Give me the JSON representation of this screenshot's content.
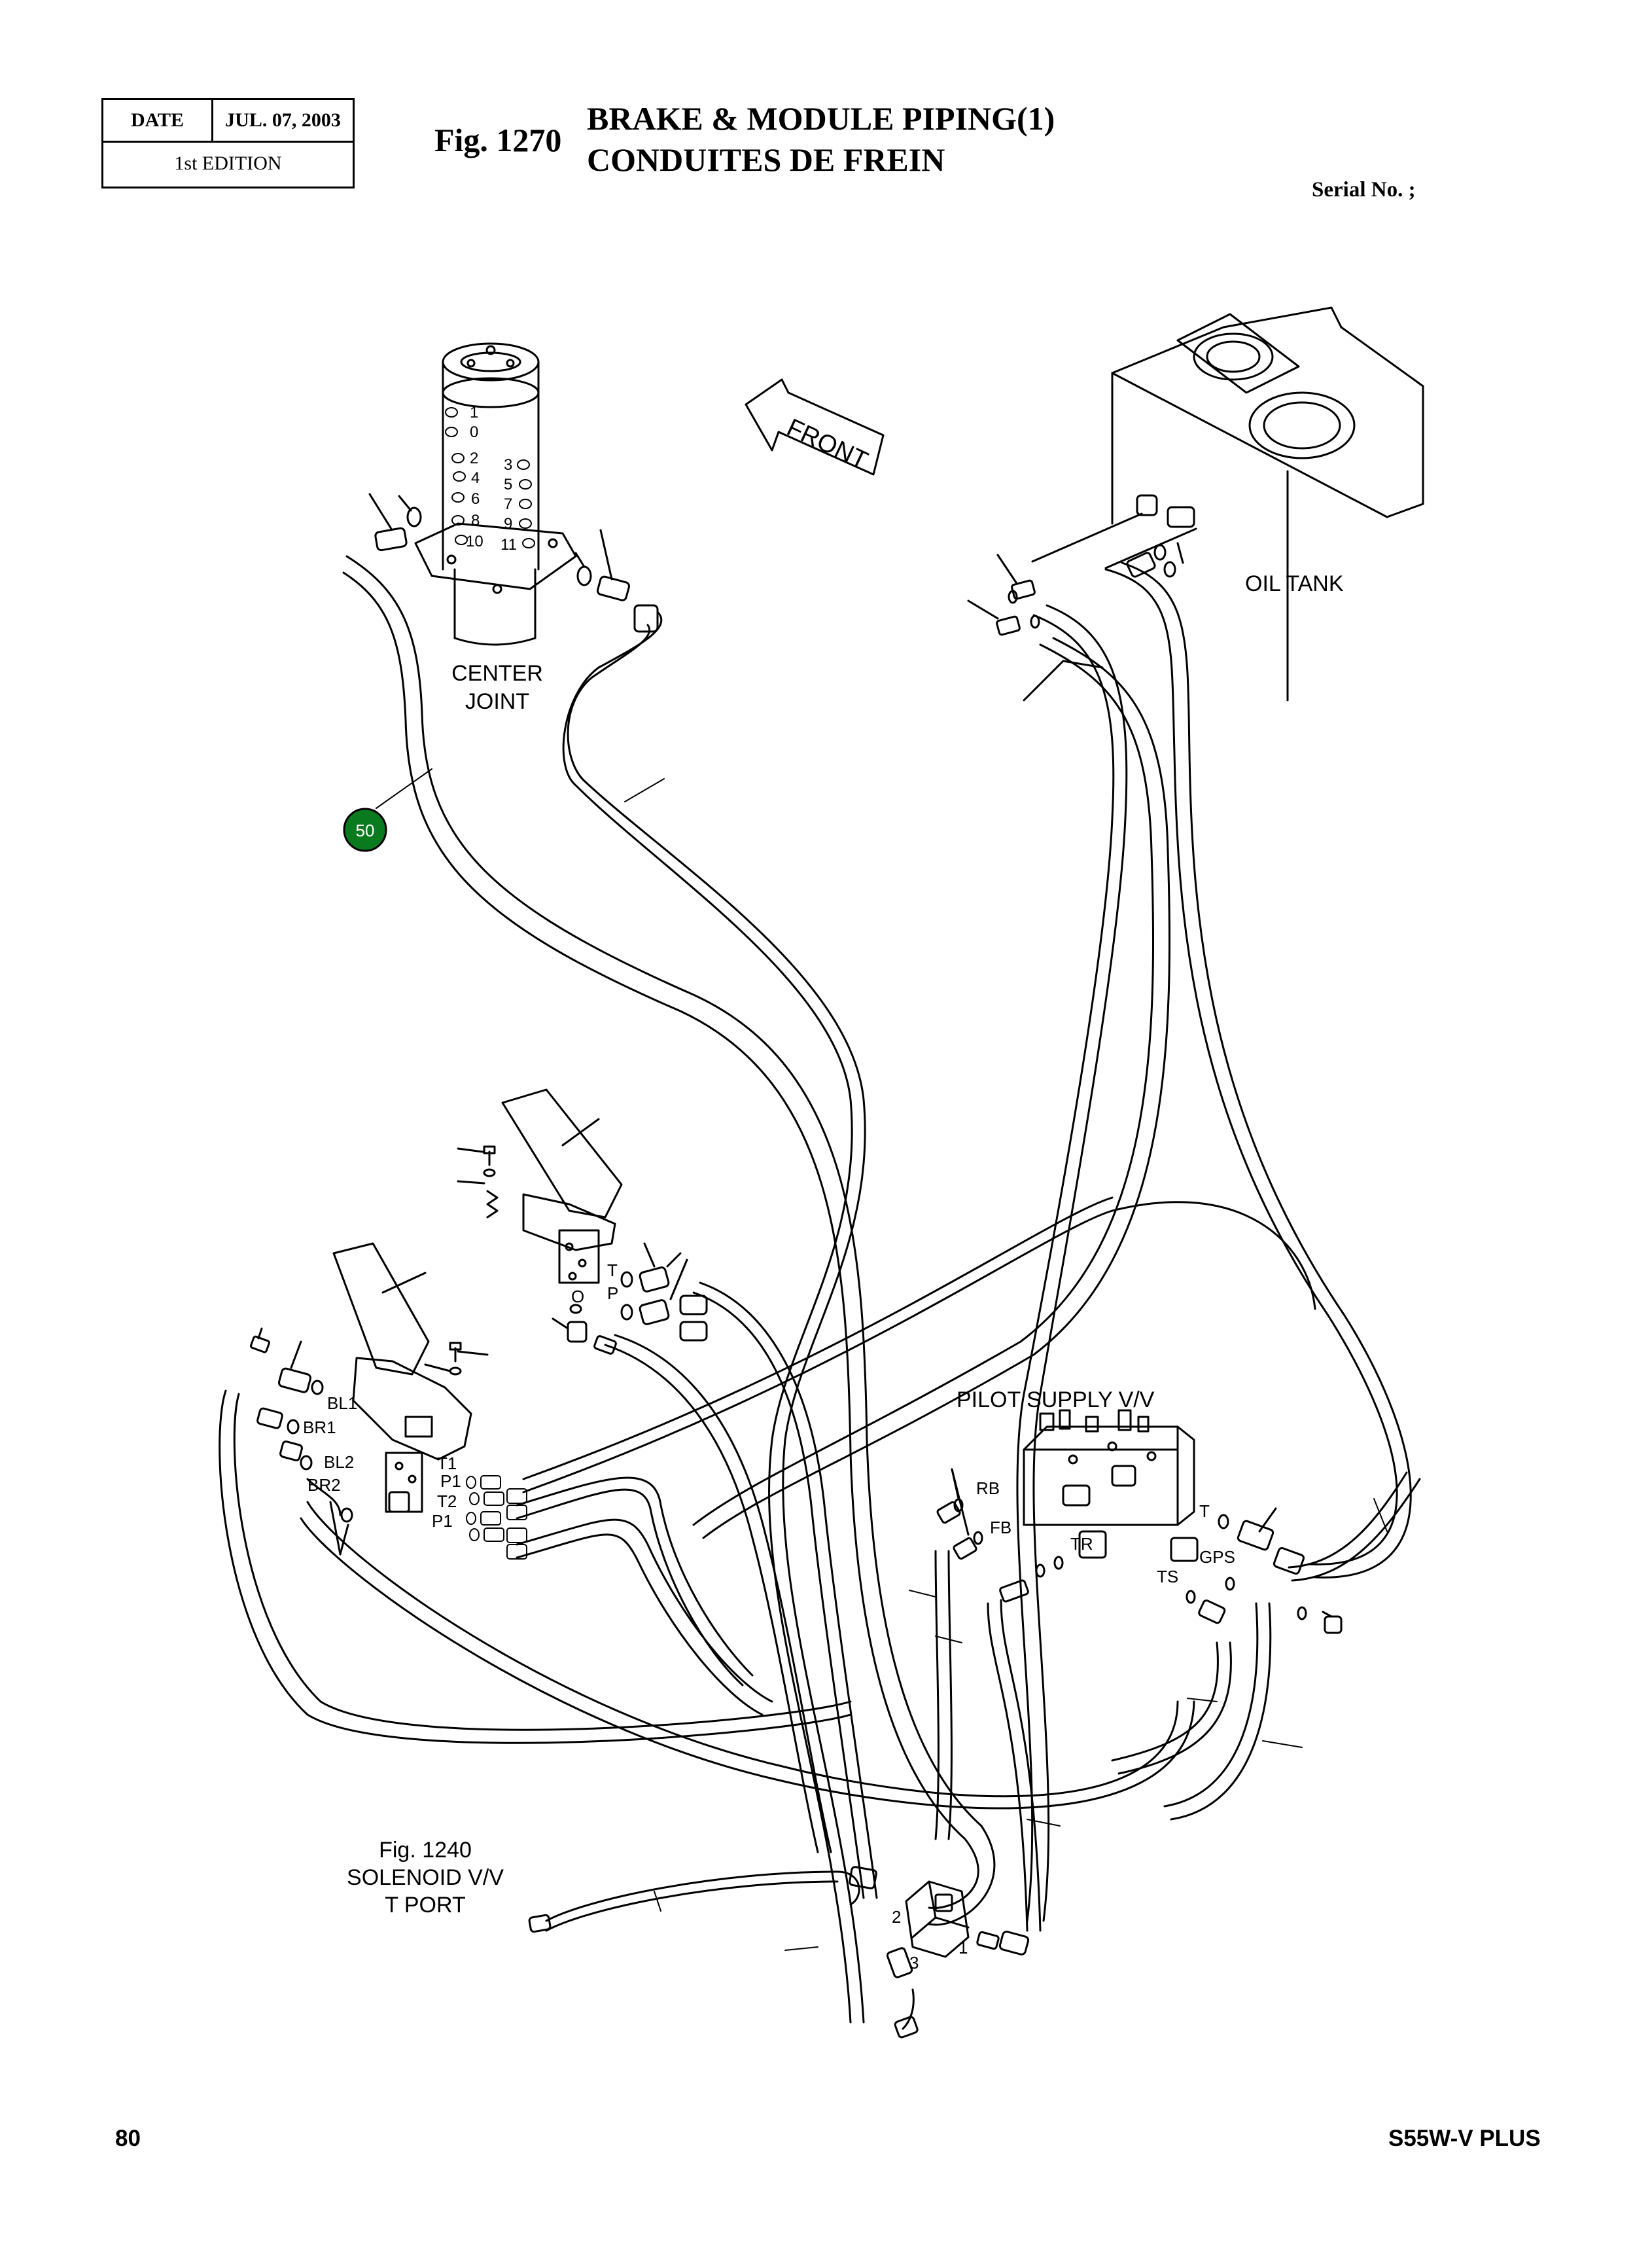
{
  "header": {
    "date_label": "DATE",
    "date_value": "JUL. 07, 2003",
    "edition": "1st EDITION"
  },
  "figure": {
    "number": "Fig. 1270",
    "title_en": "BRAKE & MODULE PIPING(1)",
    "title_fr": "CONDUITES DE FREIN",
    "serial": "Serial No. ;"
  },
  "diagram": {
    "center_joint_line1": "CENTER",
    "center_joint_line2": "JOINT",
    "front": "FRONT",
    "oil_tank": "OIL TANK",
    "pilot_supply": "PILOT SUPPLY V/V",
    "solenoid_ref_1": "Fig. 1240",
    "solenoid_ref_2": "SOLENOID V/V",
    "solenoid_ref_3": "T  PORT",
    "callout_50": "50",
    "joint_ports": [
      "1",
      "0",
      "2",
      "3",
      "4",
      "5",
      "6",
      "7",
      "8",
      "9",
      "10",
      "11"
    ],
    "pedal_ports": {
      "t": "T",
      "p": "P",
      "o": "O"
    },
    "brake_ports": {
      "bl1": "BL1",
      "br1": "BR1",
      "bl2": "BL2",
      "br2": "BR2",
      "t1": "T1",
      "p1a": "P1",
      "t2": "T2",
      "p1b": "P1"
    },
    "valve_ports": {
      "rb": "RB",
      "fb": "FB",
      "t": "T",
      "tr": "TR",
      "gps": "GPS",
      "ts": "TS"
    },
    "solenoid_ports": {
      "p1": "1",
      "p2": "2",
      "p3": "3"
    }
  },
  "footer": {
    "page": "80",
    "model": "S55W-V PLUS"
  },
  "colors": {
    "callout_fill": "#0a7a1f",
    "ink": "#000000"
  }
}
